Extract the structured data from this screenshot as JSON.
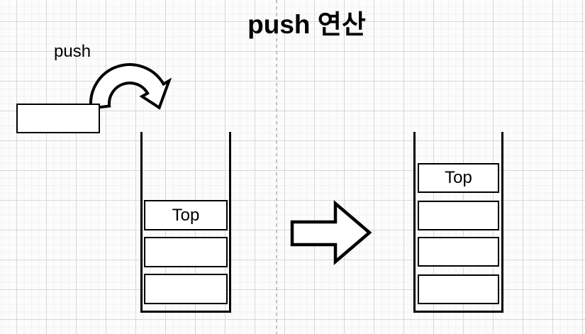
{
  "diagram": {
    "title": "push 연산",
    "push_label": "push",
    "left_stack": {
      "top_label": "Top",
      "cell_count": 3
    },
    "right_stack": {
      "top_label": "Top",
      "cell_count": 4
    },
    "icons": {
      "curved_arrow": "curved-push-arrow",
      "right_arrow": "right-block-arrow"
    }
  },
  "colors": {
    "stroke": "#000000",
    "shape_fill": "#ffffff",
    "background": "#fdfcfc",
    "grid_minor": "#f3f0f1",
    "grid_major": "#d9d6d7",
    "page_divider": "#aeaaab",
    "text": "#000000"
  }
}
